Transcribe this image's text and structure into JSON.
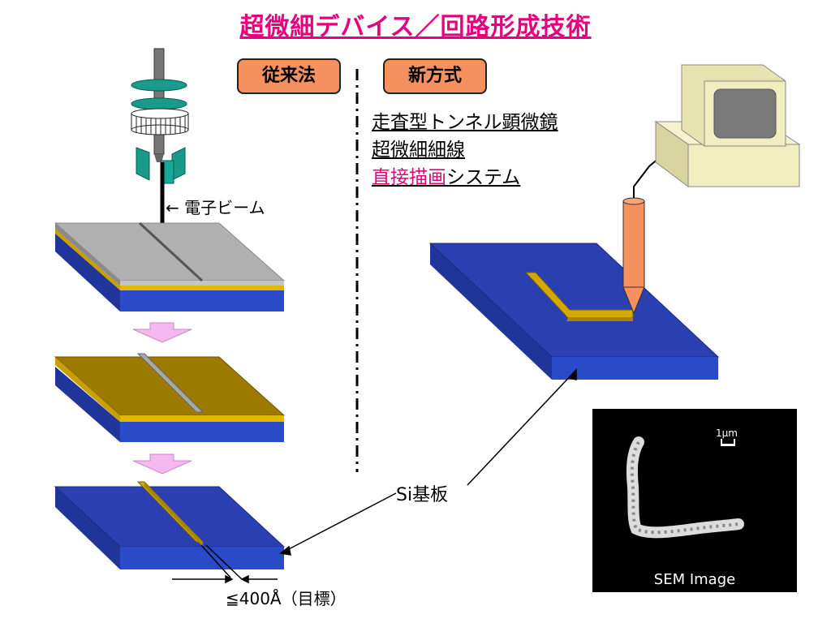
{
  "title": "超微細デバイス／回路形成技術",
  "conventional_label": "従来法",
  "new_label": "新方式",
  "features": {
    "line1": "走査型トンネル顕微鏡",
    "line2": "超微細細線",
    "line3_highlight": "直接描画",
    "line3_rest": "システム"
  },
  "electron_beam_label": "電子ビーム",
  "substrate_label": "Si基板",
  "width_label": "≦400Å（目標）",
  "sem": {
    "scale_label": "1μm",
    "caption": "SEM Image"
  },
  "colors": {
    "title": "#e6007e",
    "tag_fill": "#f4915f",
    "substrate": "#2a3fb0",
    "gold": "#c8a000",
    "gray_layer": "#a8a8a8",
    "arrow": "#f5b7f0",
    "probe": "#f4915f",
    "computer": "#f0edbe",
    "optics": "#1a9a8a"
  }
}
